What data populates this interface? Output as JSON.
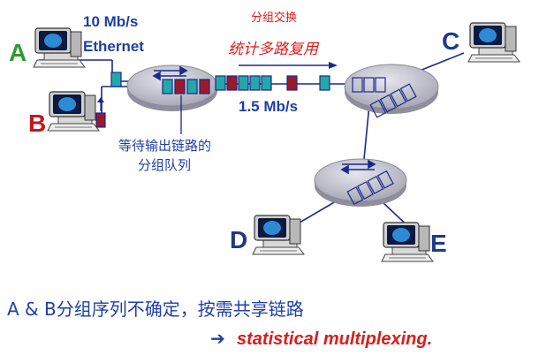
{
  "header": {
    "title": "分组交换"
  },
  "hosts": {
    "a": "A",
    "b": "B",
    "c": "C",
    "d": "D",
    "e": "E"
  },
  "links": {
    "ethernet_rate": "10 Mb/s",
    "ethernet_label": "Ethernet",
    "backbone_rate": "1.5 Mb/s"
  },
  "labels": {
    "stat_mux_cn": "统计多路复用",
    "queue_line1": "等待输出链路的",
    "queue_line2": "分组队列"
  },
  "caption": {
    "line1": "A & B分组序列不确定，按需共享链路",
    "arrow_glyph": "➔",
    "line2": "statistical multiplexing."
  },
  "colors": {
    "packet_a": "#25a7a7",
    "packet_b": "#9a1a2a",
    "router": "#b9b9c4",
    "link": "#1a2a8a",
    "highlight": "#e01b1b"
  },
  "icons": {
    "router": "router-switch-icon",
    "host": "desktop-computer-icon"
  }
}
